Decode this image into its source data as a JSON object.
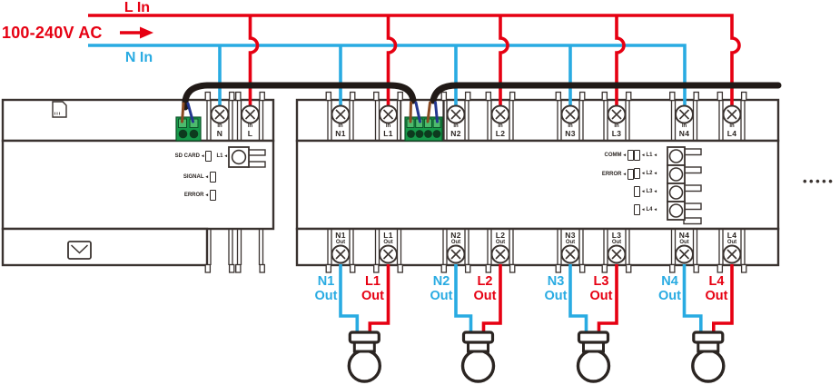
{
  "glyphs": {
    "arrow": "◂"
  },
  "power": {
    "line_label": "L In",
    "neutral_label": "N In",
    "voltage_label": "100-240V AC"
  },
  "colors": {
    "line": "#e60012",
    "neutral": "#29abe2",
    "outline": "#3a3330",
    "cable": "#211a17",
    "terminal_green": "#16994a"
  },
  "gateway": {
    "in_terminals": [
      {
        "top": "In",
        "bottom": "N"
      },
      {
        "top": "In",
        "bottom": "L"
      }
    ],
    "indicator_rows": [
      {
        "label": "SD CARD"
      },
      {
        "label": "SIGNAL"
      },
      {
        "label": "ERROR"
      }
    ],
    "channel_label": "L1"
  },
  "controller": {
    "in_terminals": [
      {
        "top": "In",
        "bottom": "N1"
      },
      {
        "top": "In",
        "bottom": "L1"
      },
      {
        "top": "In",
        "bottom": "N2"
      },
      {
        "top": "In",
        "bottom": "L2"
      },
      {
        "top": "In",
        "bottom": "N3"
      },
      {
        "top": "In",
        "bottom": "L3"
      },
      {
        "top": "In",
        "bottom": "N4"
      },
      {
        "top": "In",
        "bottom": "L4"
      }
    ],
    "out_terminals": [
      {
        "top": "N1",
        "bottom": "Out"
      },
      {
        "top": "L1",
        "bottom": "Out"
      },
      {
        "top": "N2",
        "bottom": "Out"
      },
      {
        "top": "L2",
        "bottom": "Out"
      },
      {
        "top": "N3",
        "bottom": "Out"
      },
      {
        "top": "L3",
        "bottom": "Out"
      },
      {
        "top": "N4",
        "bottom": "Out"
      },
      {
        "top": "L4",
        "bottom": "Out"
      }
    ],
    "indicator_rows": [
      {
        "label": "COMM"
      },
      {
        "label": "ERROR"
      }
    ],
    "channels": [
      {
        "label": "L1"
      },
      {
        "label": "L2"
      },
      {
        "label": "L3"
      },
      {
        "label": "L4"
      }
    ]
  },
  "outputs": [
    {
      "line1": "N1",
      "line2": "Out",
      "color": "#29abe2"
    },
    {
      "line1": "L1",
      "line2": "Out",
      "color": "#e60012"
    },
    {
      "line1": "N2",
      "line2": "Out",
      "color": "#29abe2"
    },
    {
      "line1": "L2",
      "line2": "Out",
      "color": "#e60012"
    },
    {
      "line1": "N3",
      "line2": "Out",
      "color": "#29abe2"
    },
    {
      "line1": "L3",
      "line2": "Out",
      "color": "#e60012"
    },
    {
      "line1": "N4",
      "line2": "Out",
      "color": "#29abe2"
    },
    {
      "line1": "L4",
      "line2": "Out",
      "color": "#e60012"
    }
  ],
  "more_devices": "•••••"
}
